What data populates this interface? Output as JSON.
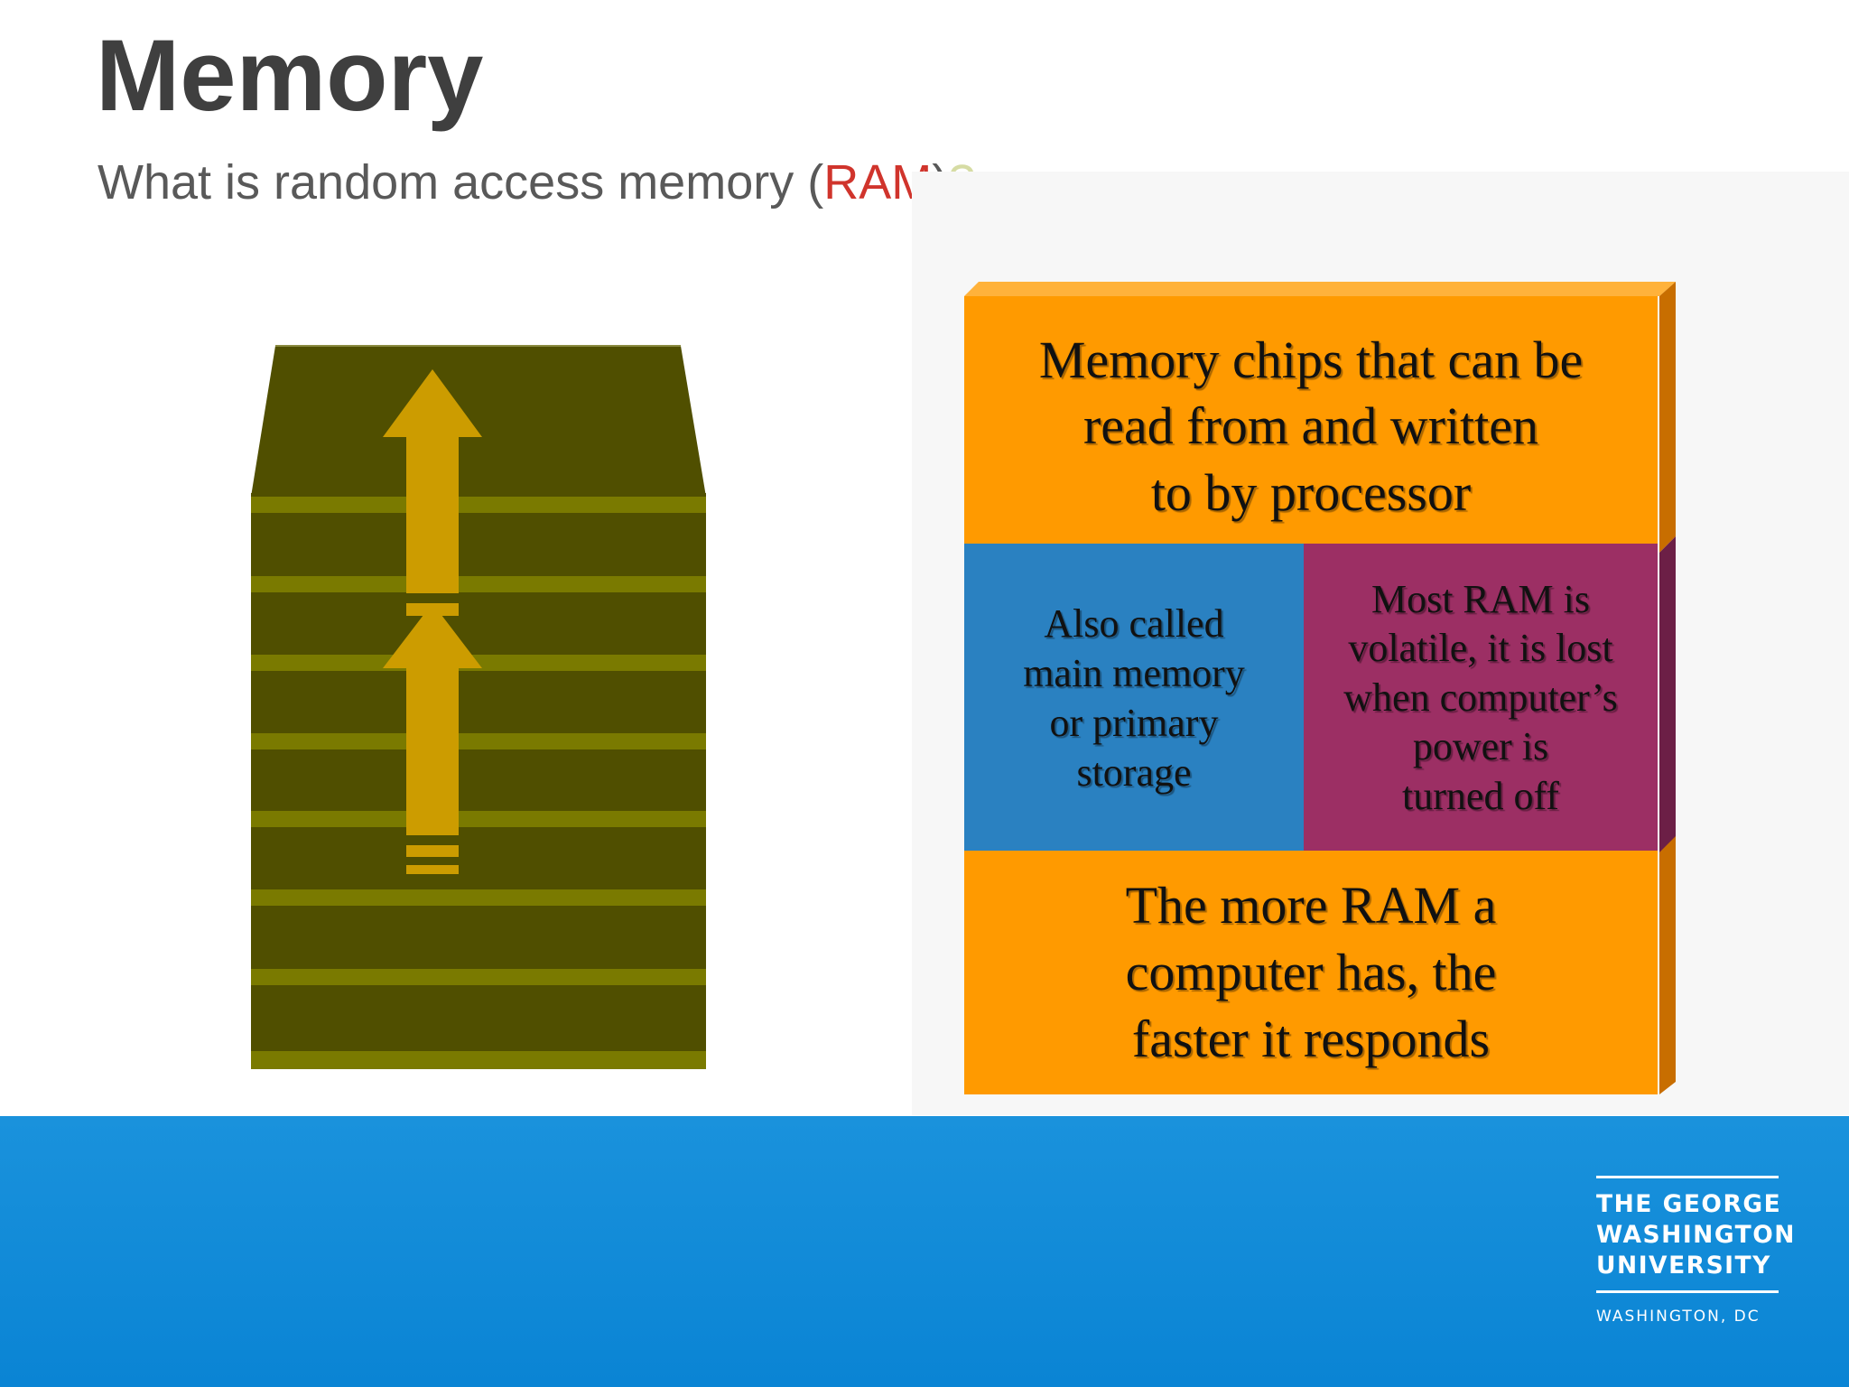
{
  "slide": {
    "title": "Memory",
    "subtitle": {
      "before": "What is random access memory (",
      "accent": "RAM",
      "after": ")",
      "question_mark": "?"
    }
  },
  "diagram": {
    "top": "Memory chips that can be\nread from and written\nto by processor",
    "left": "Also called\nmain memory\nor primary\nstorage",
    "right": "Most RAM is\nvolatile, it is lost\nwhen computer’s\npower is\nturned off",
    "bottom": "The more RAM a\ncomputer has, the\nfaster it responds"
  },
  "logo": {
    "lines": [
      "THE GEORGE",
      "WASHINGTON",
      "UNIVERSITY"
    ],
    "location": "WASHINGTON, DC"
  },
  "colors": {
    "title": "#3f3f3f",
    "subtitle": "#595959",
    "accent_red": "#d0342c",
    "question_mark": "#d6dca4",
    "orange": "#ff9a00",
    "blue": "#2a81c1",
    "magenta": "#9c2f64",
    "olive": "#504f00",
    "olive_edge": "#7a7a00",
    "arrow": "#cc9c00",
    "footer_blue": "#0a84d4"
  },
  "icons": [
    "memory-stack-icon",
    "upward-arrow-icon"
  ]
}
